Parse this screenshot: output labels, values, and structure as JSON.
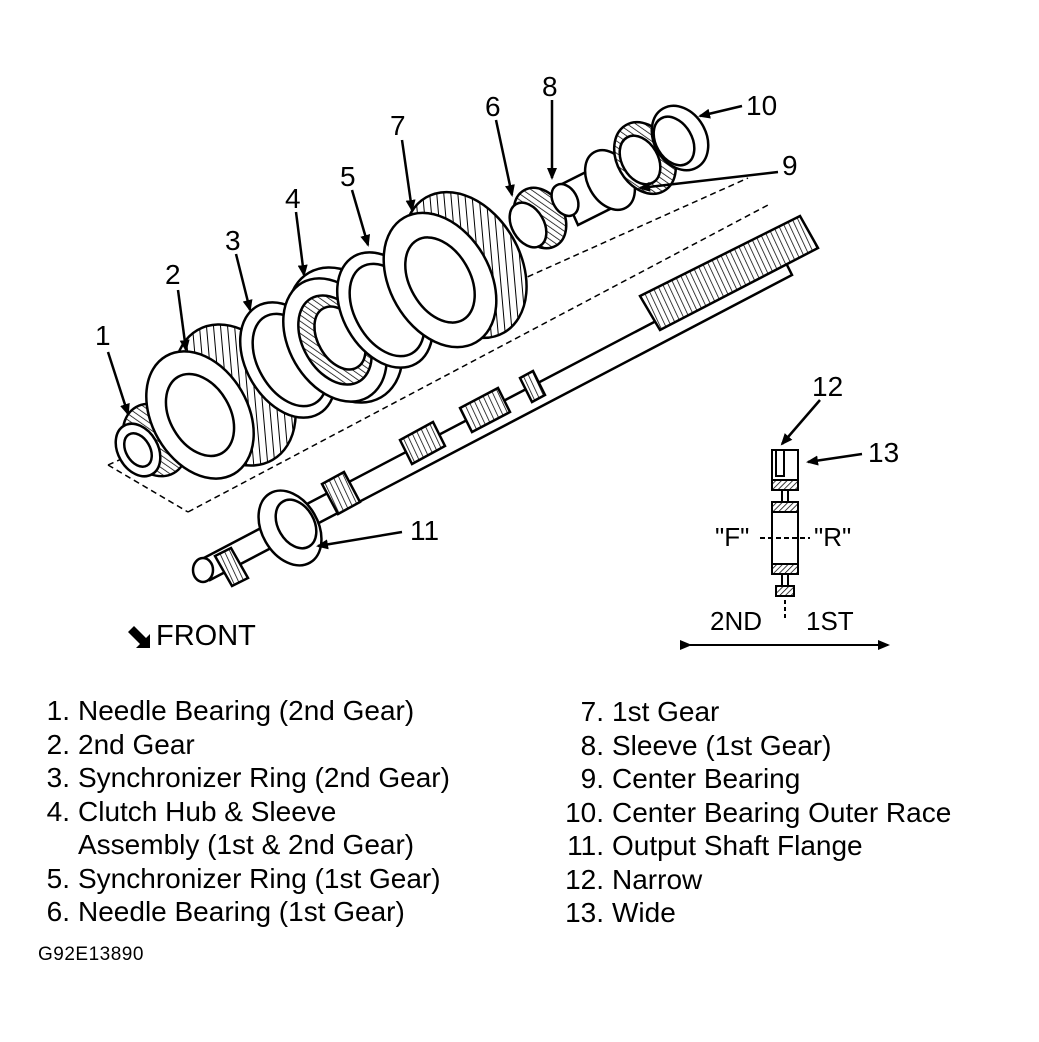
{
  "diagram": {
    "callouts": [
      "1",
      "2",
      "3",
      "4",
      "5",
      "6",
      "7",
      "8",
      "9",
      "10",
      "11",
      "12",
      "13"
    ],
    "detail": {
      "f_label": "\"F\"",
      "r_label": "\"R\"",
      "second_label": "2ND",
      "first_label": "1ST"
    },
    "front_label": "FRONT"
  },
  "legend": {
    "left": [
      {
        "num": "1.",
        "text": "Needle Bearing (2nd Gear)"
      },
      {
        "num": "2.",
        "text": "2nd Gear"
      },
      {
        "num": "3.",
        "text": "Synchronizer Ring (2nd Gear)"
      },
      {
        "num": "4.",
        "text": "Clutch Hub & Sleeve",
        "cont": "Assembly (1st & 2nd Gear)"
      },
      {
        "num": "5.",
        "text": "Synchronizer Ring (1st Gear)"
      },
      {
        "num": "6.",
        "text": "Needle Bearing (1st Gear)"
      }
    ],
    "right": [
      {
        "num": "7.",
        "text": "1st Gear"
      },
      {
        "num": "8.",
        "text": "Sleeve (1st Gear)"
      },
      {
        "num": "9.",
        "text": "Center Bearing"
      },
      {
        "num": "10.",
        "text": "Center Bearing Outer Race"
      },
      {
        "num": "11.",
        "text": "Output Shaft Flange"
      },
      {
        "num": "12.",
        "text": "Narrow"
      },
      {
        "num": "13.",
        "text": "Wide"
      }
    ]
  },
  "figure_code": "G92E13890"
}
